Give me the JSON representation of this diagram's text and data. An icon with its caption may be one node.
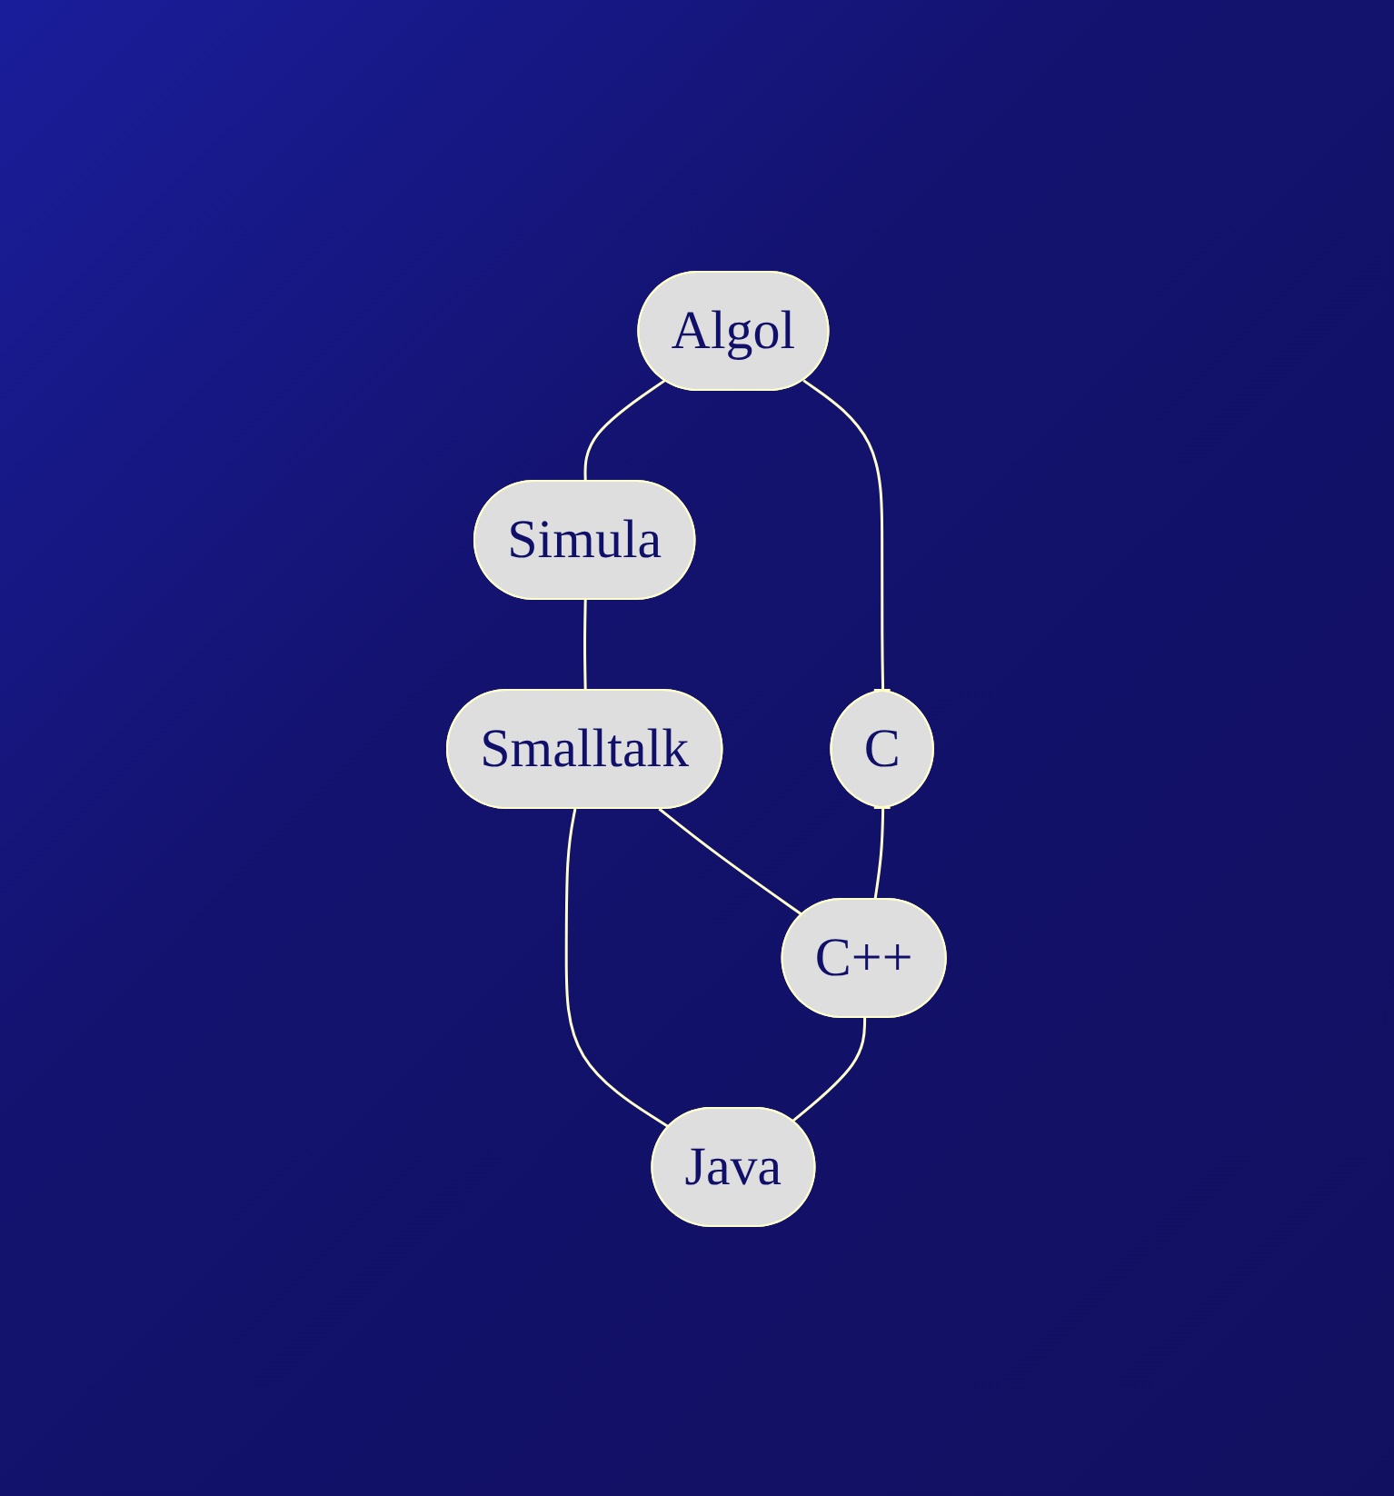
{
  "diagram": {
    "nodes": [
      {
        "text": [
          "Algol"
        ]
      },
      {
        "text": [
          "Simula"
        ]
      },
      {
        "text": [
          "C"
        ]
      },
      {
        "text": [
          "Smalltalk"
        ]
      },
      {
        "text": [
          "C++"
        ]
      },
      {
        "text": [
          "Java"
        ]
      }
    ],
    "edges": [
      {
        "from": 0,
        "to": 1,
        "arrow": "none"
      },
      {
        "from": 0,
        "to": 2,
        "arrow": "none"
      },
      {
        "from": 1,
        "to": 3,
        "arrow": "none"
      },
      {
        "from": 3,
        "to": 4,
        "arrow": "none"
      },
      {
        "from": 2,
        "to": 4,
        "arrow": "none"
      },
      {
        "from": 3,
        "to": 5,
        "arrow": "none"
      },
      {
        "from": 4,
        "to": 5,
        "arrow": "none"
      }
    ]
  }
}
